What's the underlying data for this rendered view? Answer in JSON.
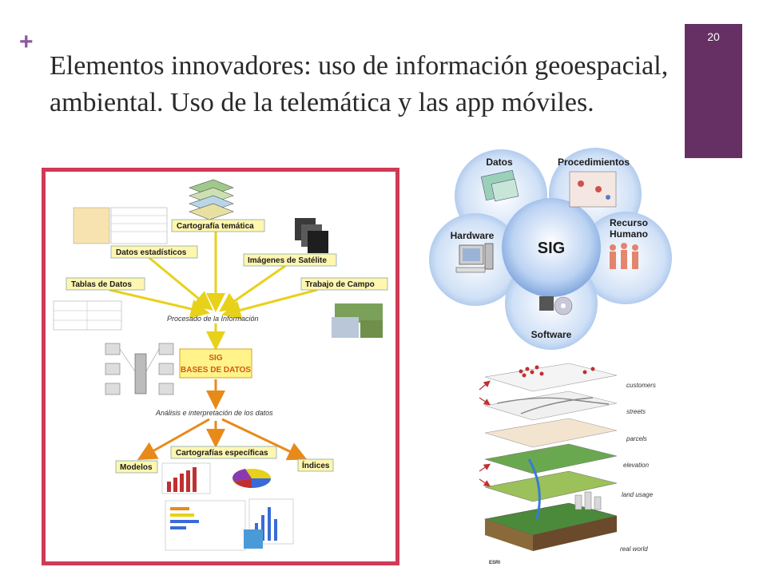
{
  "slide": {
    "plus": "+",
    "title": "Elementos innovadores: uso de información geoespacial, ambiental. Uso de la telemática y las app móviles.",
    "number": "20"
  },
  "flowchart": {
    "cartografia_tematica": "Cartografía temática",
    "datos_estadisticos": "Datos estadísticos",
    "imagenes_satelite": "Imágenes de Satélite",
    "tablas_datos": "Tablas de Datos",
    "trabajo_campo": "Trabajo de Campo",
    "procesado": "Procesado de la Información",
    "sig": "SIG",
    "bases_datos": "BASES DE DATOS",
    "analisis": "Análisis e interpretación de los datos",
    "cartografias_especificas": "Cartografías específicas",
    "modelos": "Modelos",
    "indices": "Índices"
  },
  "sig_diagram": {
    "center": "SIG",
    "datos": "Datos",
    "procedimientos": "Procedimientos",
    "hardware": "Hardware",
    "recurso": "Recurso",
    "humano": "Humano",
    "software": "Software"
  },
  "layers": {
    "customers": "customers",
    "streets": "streets",
    "parcels": "parcels",
    "elevation": "elevation",
    "land_usage": "land usage",
    "real_world": "real world",
    "esri": "ESRI"
  }
}
